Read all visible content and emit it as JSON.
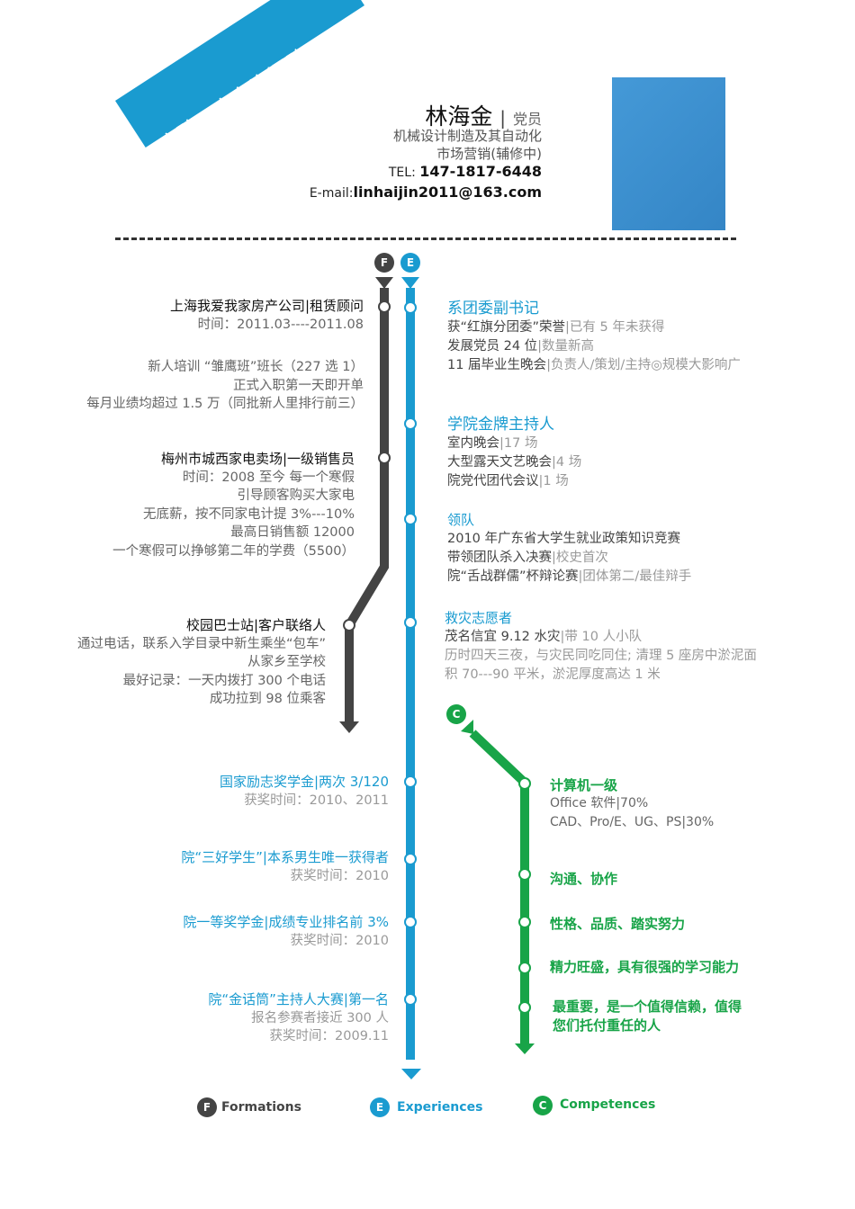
{
  "header": {
    "banner": "应聘：人力资源助理",
    "name": "林海金",
    "name_suffix": "党员",
    "major": "机械设计制造及其自动化",
    "minor": "市场营销(辅修中)",
    "tel_label": "TEL: ",
    "tel": "147-1817-6448",
    "email_label": "E-mail:",
    "email": "linhaijin2011@163.com"
  },
  "colors": {
    "formations": "#444444",
    "experiences": "#1a9bd0",
    "competences": "#18a448"
  },
  "badges": {
    "formations": "F",
    "experiences": "E",
    "competences": "C"
  },
  "formations": [
    {
      "title": "上海我爱我家房产公司|租赁顾问",
      "lines": [
        "时间：2011.03----2011.08"
      ]
    },
    {
      "lines": [
        "新人培训 “雏鹰班”班长（227 选 1）",
        "正式入职第一天即开单",
        "每月业绩均超过 1.5 万（同批新人里排行前三）"
      ]
    },
    {
      "title": "梅州市城西家电卖场|一级销售员",
      "lines": [
        "时间：2008 至今 每一个寒假",
        "引导顾客购买大家电",
        "无底薪，按不同家电计提 3%---10%",
        "最高日销售额 12000",
        "一个寒假可以挣够第二年的学费（5500）"
      ]
    },
    {
      "title": "校园巴士站|客户联络人",
      "lines": [
        "通过电话，联系入学目录中新生乘坐“包车”",
        "从家乡至学校",
        "最好记录：一天内拨打 300 个电话",
        "成功拉到 98 位乘客"
      ]
    }
  ],
  "awards": [
    {
      "title": "国家励志奖学金|两次 3/120",
      "lines": [
        "获奖时间：2010、2011"
      ]
    },
    {
      "title": "院“三好学生”|本系男生唯一获得者",
      "lines": [
        "获奖时间：2010"
      ]
    },
    {
      "title": "院一等奖学金|成绩专业排名前 3%",
      "lines": [
        "获奖时间：2010"
      ]
    },
    {
      "title": "院“金话筒”主持人大赛|第一名",
      "lines": [
        "报名参赛者接近 300 人",
        "获奖时间：2009.11"
      ]
    }
  ],
  "experiences": [
    {
      "title": "系团委副书记",
      "lines": [
        [
          "获“红旗分团委”荣誉",
          "|已有 5 年未获得"
        ],
        [
          "发展党员 24 位",
          "|数量新高"
        ],
        [
          "11 届毕业生晚会",
          "|负责人/策划/主持◎规模大影响广"
        ]
      ]
    },
    {
      "title": "学院金牌主持人",
      "lines": [
        [
          "室内晚会",
          "|17 场"
        ],
        [
          "大型露天文艺晚会",
          "|4 场"
        ],
        [
          "院党代团代会议",
          "|1 场"
        ]
      ]
    },
    {
      "title": "领队",
      "lines": [
        [
          "2010 年广东省大学生就业政策知识竞赛",
          ""
        ],
        [
          "带领团队杀入决赛",
          "|校史首次"
        ],
        [
          "院“舌战群儒”杯辩论赛",
          "|团体第二/最佳辩手"
        ]
      ]
    },
    {
      "title": "救灾志愿者",
      "lines": [
        [
          "茂名信宜 9.12 水灾",
          "|带 10 人小队"
        ],
        [
          "历时四天三夜，与灾民同吃同住; 清理 5 座房中淤泥面",
          ""
        ],
        [
          "积 70---90 平米，淤泥厚度高达 1 米",
          ""
        ]
      ]
    }
  ],
  "competences": [
    {
      "title": "计算机一级",
      "lines": [
        "Office 软件|70%",
        "CAD、Pro/E、UG、PS|30%"
      ]
    },
    {
      "title": "沟通、协作",
      "lines": []
    },
    {
      "title": "性格、品质、踏实努力",
      "lines": []
    },
    {
      "title": "精力旺盛，具有很强的学习能力",
      "lines": []
    },
    {
      "title": "最重要，是一个值得信赖，值得",
      "lines": [
        "您们托付重任的人"
      ]
    }
  ],
  "legend": {
    "formations": "Formations",
    "experiences": "Experiences",
    "competences": "Competences"
  }
}
